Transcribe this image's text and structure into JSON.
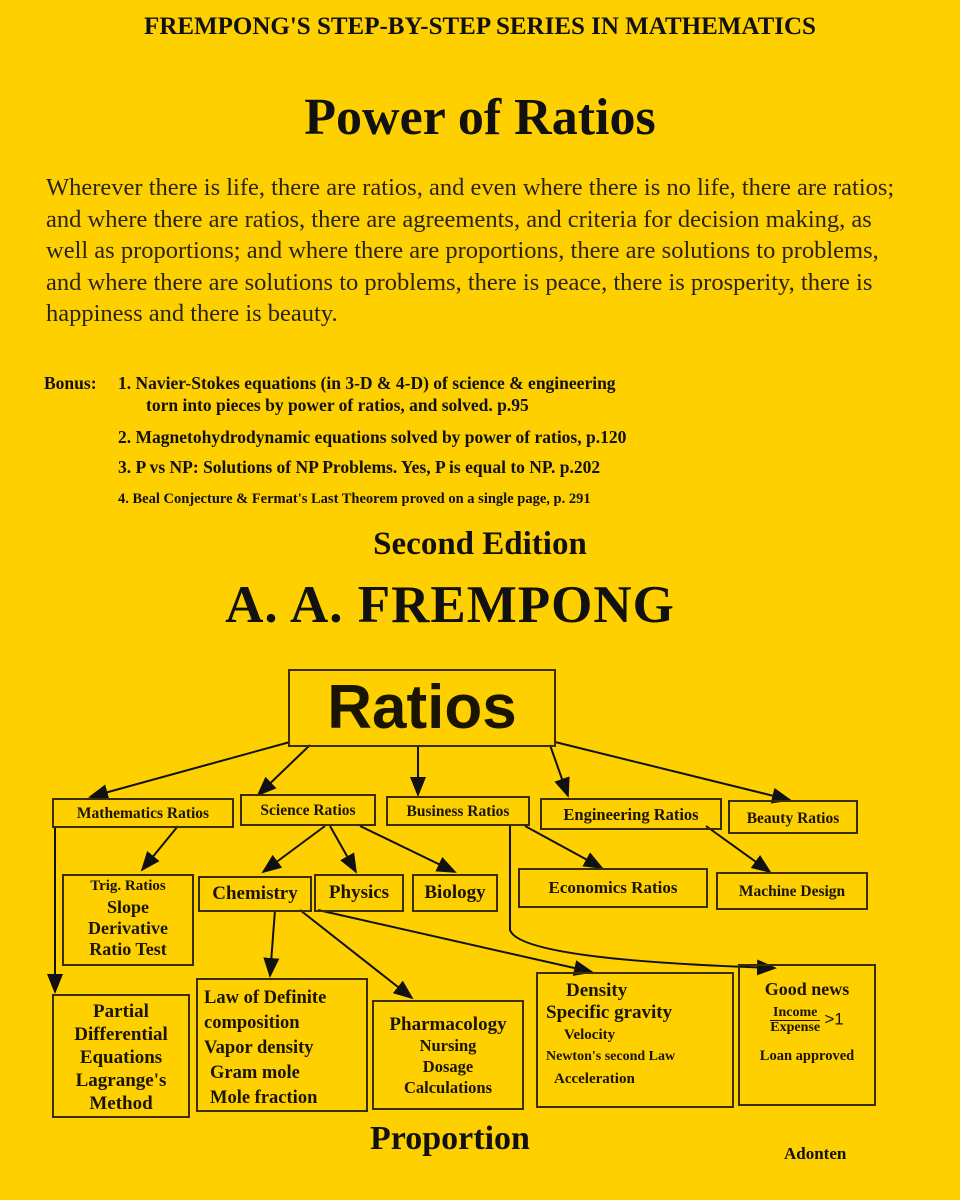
{
  "cover": {
    "series": "FREMPONG'S STEP-BY-STEP SERIES IN MATHEMATICS",
    "title": "Power of Ratios",
    "blurb": "Wherever there is life, there are ratios, and even where there is no life, there are ratios; and where there are ratios, there are agreements, and criteria for decision making, as well as proportions; and where there are proportions, there are solutions to problems, and where there are solutions to problems, there is peace, there is prosperity, there is happiness and there is beauty.",
    "bonus": {
      "label": "Bonus",
      "items": [
        "1. Navier-Stokes equations (in 3-D & 4-D) of science & engineering",
        "torn into pieces by power of ratios, and solved. p.95",
        "2. Magnetohydrodynamic equations solved by power of ratios, p.120",
        "3.  P vs NP: Solutions of NP Problems. Yes, P is equal to NP.  p.202",
        "4. Beal Conjecture & Fermat's Last Theorem proved on a single page, p. 291"
      ]
    },
    "edition": "Second Edition",
    "author": "A. A. FREMPONG",
    "signature": "Adonten"
  },
  "diagram": {
    "root": "Ratios",
    "categories": {
      "math": "Mathematics Ratios",
      "science": "Science Ratios",
      "business": "Business Ratios",
      "engineering": "Engineering Ratios",
      "beauty": "Beauty Ratios"
    },
    "math_list": [
      "Trig. Ratios",
      "Slope",
      "Derivative",
      "Ratio Test"
    ],
    "chemistry": "Chemistry",
    "physics": "Physics",
    "biology": "Biology",
    "economics": "Economics Ratios",
    "machine": "Machine Design",
    "pde": [
      "Partial",
      "Differential",
      "Equations",
      "Lagrange's",
      "Method"
    ],
    "chem_list": [
      "Law of Definite",
      "composition",
      "Vapor density",
      "Gram mole",
      "Mole fraction"
    ],
    "pharma": {
      "title": "Pharmacology",
      "items": [
        "Nursing",
        "Dosage",
        "Calculations"
      ]
    },
    "physics_list": [
      "Density",
      "Specific gravity",
      "Velocity",
      "Newton's second Law",
      "Acceleration"
    ],
    "good_news": {
      "title": "Good news",
      "income": "Income",
      "expense": "Expense",
      "ratio": ">1",
      "loan": "Loan approved"
    },
    "bottom": "Proportion"
  }
}
